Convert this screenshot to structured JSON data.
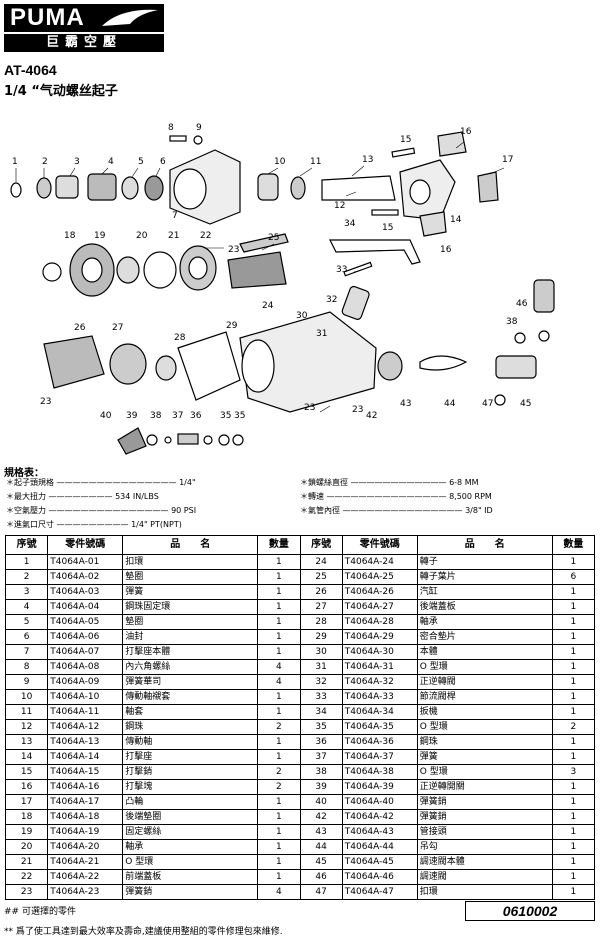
{
  "brand": {
    "logo_text": "PUMA",
    "logo_cn": "巨霸空壓"
  },
  "model": "AT-4064",
  "product_title": "1/4 “气动螺丝起子",
  "diagram_labels": [
    "1",
    "2",
    "3",
    "4",
    "5",
    "6",
    "7",
    "8",
    "9",
    "10",
    "11",
    "12",
    "13",
    "14",
    "15",
    "15",
    "16",
    "16",
    "17",
    "18",
    "19",
    "20",
    "21",
    "22",
    "23",
    "23",
    "23",
    "24",
    "25",
    "26",
    "27",
    "28",
    "29",
    "30",
    "31",
    "32",
    "33",
    "34",
    "35",
    "35",
    "36",
    "37",
    "38",
    "38",
    "39",
    "40",
    "42",
    "43",
    "44",
    "45",
    "46",
    "47",
    "23"
  ],
  "specs": {
    "title": "規格表：",
    "left": [
      "＊起子頭規格 ——————————————— 1/4\"",
      "＊最大扭力 ———————— 534 IN/LBS",
      "＊空氣壓力 ——————————————— 90 PSI",
      "＊進氣口尺寸 ————————— 1/4\" PT(NPT)"
    ],
    "right": [
      "＊鎖螺絲直徑 ———————————— 6-8 MM",
      "＊轉速 ——————————————— 8,500 RPM",
      "＊氣管內徑 ——————————————— 3/8\" ID"
    ]
  },
  "table": {
    "headers": [
      "序號",
      "零件號碼",
      "品　　名",
      "數量",
      "序號",
      "零件號碼",
      "品　　名",
      "數量"
    ],
    "rows": [
      [
        "1",
        "T4064A-01",
        "扣環",
        "1",
        "24",
        "T4064A-24",
        "轉子",
        "1"
      ],
      [
        "2",
        "T4064A-02",
        "墊圈",
        "1",
        "25",
        "T4064A-25",
        "轉子葉片",
        "6"
      ],
      [
        "3",
        "T4064A-03",
        "彈簧",
        "1",
        "26",
        "T4064A-26",
        "汽缸",
        "1"
      ],
      [
        "4",
        "T4064A-04",
        "鋼珠固定環",
        "1",
        "27",
        "T4064A-27",
        "後端蓋板",
        "1"
      ],
      [
        "5",
        "T4064A-05",
        "墊圈",
        "1",
        "28",
        "T4064A-28",
        "軸承",
        "1"
      ],
      [
        "6",
        "T4064A-06",
        "油封",
        "1",
        "29",
        "T4064A-29",
        "密合墊片",
        "1"
      ],
      [
        "7",
        "T4064A-07",
        "打擊座本體",
        "1",
        "30",
        "T4064A-30",
        "本體",
        "1"
      ],
      [
        "8",
        "T4064A-08",
        "內六角螺絲",
        "4",
        "31",
        "T4064A-31",
        "O 型環",
        "1"
      ],
      [
        "9",
        "T4064A-09",
        "彈簧華司",
        "4",
        "32",
        "T4064A-32",
        "正逆轉閥",
        "1"
      ],
      [
        "10",
        "T4064A-10",
        "傳動軸襯套",
        "1",
        "33",
        "T4064A-33",
        "節流閥桿",
        "1"
      ],
      [
        "11",
        "T4064A-11",
        "軸套",
        "1",
        "34",
        "T4064A-34",
        "扳機",
        "1"
      ],
      [
        "12",
        "T4064A-12",
        "鋼珠",
        "2",
        "35",
        "T4064A-35",
        "O 型環",
        "2"
      ],
      [
        "13",
        "T4064A-13",
        "傳動軸",
        "1",
        "36",
        "T4064A-36",
        "鋼珠",
        "1"
      ],
      [
        "14",
        "T4064A-14",
        "打擊座",
        "1",
        "37",
        "T4064A-37",
        "彈簧",
        "1"
      ],
      [
        "15",
        "T4064A-15",
        "打擊銷",
        "2",
        "38",
        "T4064A-38",
        "O 型環",
        "3"
      ],
      [
        "16",
        "T4064A-16",
        "打擊塊",
        "2",
        "39",
        "T4064A-39",
        "正逆轉開關",
        "1"
      ],
      [
        "17",
        "T4064A-17",
        "凸輪",
        "1",
        "40",
        "T4064A-40",
        "彈簧銷",
        "1"
      ],
      [
        "18",
        "T4064A-18",
        "後端墊圈",
        "1",
        "42",
        "T4064A-42",
        "彈簧銷",
        "1"
      ],
      [
        "19",
        "T4064A-19",
        "固定螺絲",
        "1",
        "43",
        "T4064A-43",
        "管接頭",
        "1"
      ],
      [
        "20",
        "T4064A-20",
        "軸承",
        "1",
        "44",
        "T4064A-44",
        "吊勾",
        "1"
      ],
      [
        "21",
        "T4064A-21",
        "O 型環",
        "1",
        "45",
        "T4064A-45",
        "調速閥本體",
        "1"
      ],
      [
        "22",
        "T4064A-22",
        "前端蓋板",
        "1",
        "46",
        "T4064A-46",
        "調速閥",
        "1"
      ],
      [
        "23",
        "T4064A-23",
        "彈簧銷",
        "4",
        "47",
        "T4064A-47",
        "扣環",
        "1"
      ]
    ]
  },
  "footer": {
    "note1": "## 可選擇的零件",
    "note2": "** 爲了使工具達到最大效率及壽命,建議使用整組的零件修理包來維修.",
    "doc_number": "0610002"
  }
}
